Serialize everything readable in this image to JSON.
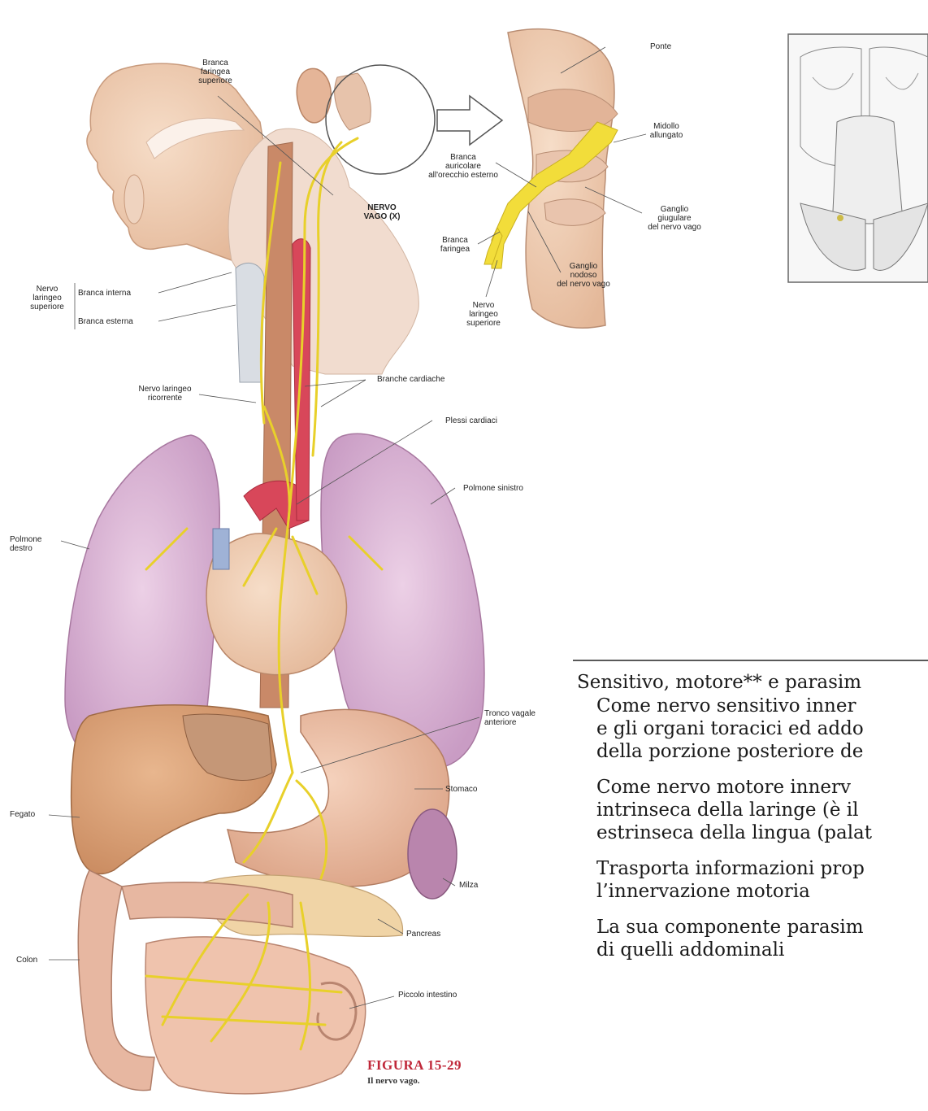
{
  "figure": {
    "caption_number": "FIGURA 15-29",
    "caption_subtitle": "Il nervo vago."
  },
  "labels": {
    "branca_faringea_superiore": "Branca\nfaringea\nsuperiore",
    "nervo_vago": "NERVO\nVAGO (X)",
    "ponte": "Ponte",
    "midollo_allungato": "Midollo\nallungato",
    "branca_auricolare": "Branca\nauricolare\nall'orecchio esterno",
    "ganglio_giugulare": "Ganglio\ngiugulare\ndel nervo vago",
    "branca_faringea": "Branca\nfaringea",
    "ganglio_nodoso": "Ganglio\nnodoso\ndel nervo vago",
    "nervo_laringeo_superiore_inset": "Nervo\nlaringeo\nsuperiore",
    "nervo_laringeo_superiore": "Nervo\nlaringeo\nsuperiore",
    "branca_interna": "Branca interna",
    "branca_esterna": "Branca esterna",
    "nervo_laringeo_ricorrente": "Nervo laringeo\nricorrente",
    "branche_cardiache": "Branche cardiache",
    "plessi_cardiaci": "Plessi cardiaci",
    "polmone_sinistro": "Polmone sinistro",
    "polmone_destro": "Polmone\ndestro",
    "tronco_vagale_anteriore": "Tronco vagale\nanteriore",
    "stomaco": "Stomaco",
    "fegato": "Fegato",
    "milza": "Milza",
    "pancreas": "Pancreas",
    "colon": "Colon",
    "piccolo_intestino": "Piccolo intestino"
  },
  "text": {
    "line1": "Sensitivo, motore** e parasim",
    "p1_line1": "Come nervo sensitivo inner",
    "p1_line2": "e gli organi toracici ed addo",
    "p1_line3": "della porzione posteriore de",
    "p2_line1": "Come nervo motore innerv",
    "p2_line2": "intrinseca della laringe (è il",
    "p2_line3": "estrinseca della lingua (palat",
    "p3_line1": "Trasporta informazioni prop",
    "p3_line2": "l’innervazione motoria",
    "p4_line1": "La sua componente parasim",
    "p4_line2": "di quelli addominali"
  },
  "colors": {
    "nerve": "#f2dd3a",
    "lung": "#dcb6d6",
    "tissue": "#e8b896",
    "artery": "#d8475a",
    "caption": "#c0283a"
  }
}
